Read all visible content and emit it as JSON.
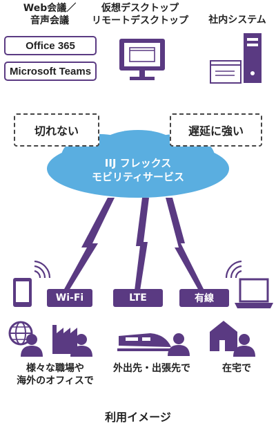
{
  "top": {
    "web_conf_line1": "Web会議／",
    "web_conf_line2": "音声会議",
    "vdi_line1": "仮想デスクトップ",
    "vdi_line2": "リモートデスクトップ",
    "internal": "社内システム",
    "office": "Office 365",
    "teams": "Microsoft Teams"
  },
  "bubbles": {
    "left": "切れない",
    "right": "遅延に強い"
  },
  "cloud": {
    "line1": "IIJ フレックス",
    "line2": "モビリティサービス"
  },
  "connections": {
    "wifi": "Wi-Fi",
    "lte": "LTE",
    "wired": "有線"
  },
  "locations": {
    "workplace_line1": "様々な職場や",
    "workplace_line2": "海外のオフィスで",
    "travel": "外出先・出張先で",
    "home": "在宅で"
  },
  "caption": "利用イメージ",
  "colors": {
    "purple": "#5a3a82",
    "cloud": "#5aaee0"
  }
}
